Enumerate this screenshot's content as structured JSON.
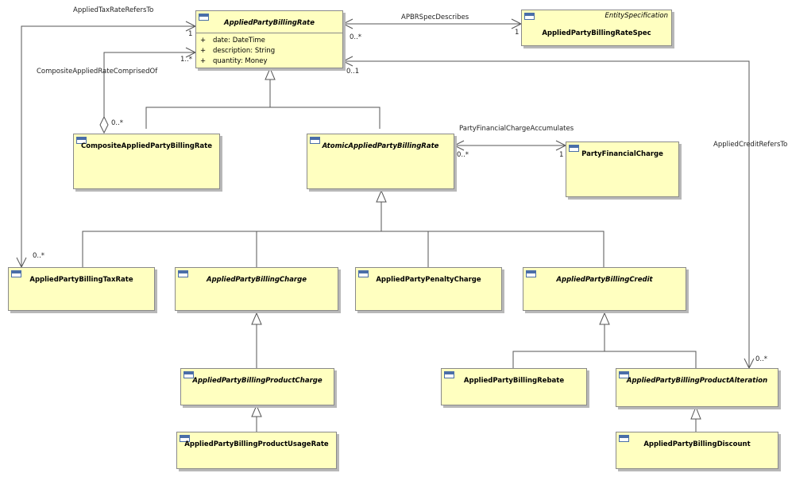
{
  "classes": {
    "applied_party_billing_rate": {
      "name": "AppliedPartyBillingRate",
      "attributes": [
        {
          "visibility": "+",
          "text": "date: DateTime"
        },
        {
          "visibility": "+",
          "text": "description: String"
        },
        {
          "visibility": "+",
          "text": "quantity: Money"
        }
      ]
    },
    "applied_party_billing_rate_spec": {
      "name": "AppliedPartyBillingRateSpec",
      "stereotype": "EntitySpecification"
    },
    "composite_applied_party_billing_rate": {
      "name": "CompositeAppliedPartyBillingRate"
    },
    "atomic_applied_party_billing_rate": {
      "name": "AtomicAppliedPartyBillingRate"
    },
    "party_financial_charge": {
      "name": "PartyFinancialCharge"
    },
    "applied_party_billing_tax_rate": {
      "name": "AppliedPartyBillingTaxRate"
    },
    "applied_party_billing_charge": {
      "name": "AppliedPartyBillingCharge"
    },
    "applied_party_penalty_charge": {
      "name": "AppliedPartyPenaltyCharge"
    },
    "applied_party_billing_credit": {
      "name": "AppliedPartyBillingCredit"
    },
    "applied_party_billing_product_charge": {
      "name": "AppliedPartyBillingProductCharge"
    },
    "applied_party_billing_product_usage_rate": {
      "name": "AppliedPartyBillingProductUsageRate"
    },
    "applied_party_billing_rebate": {
      "name": "AppliedPartyBillingRebate"
    },
    "applied_party_billing_product_alteration": {
      "name": "AppliedPartyBillingProductAlteration"
    },
    "applied_party_billing_discount": {
      "name": "AppliedPartyBillingDiscount"
    }
  },
  "associations": {
    "applied_tax_rate_refers_to": {
      "name": "AppliedTaxRateRefersTo",
      "mult_source": "1",
      "mult_target": "0..*"
    },
    "apbr_spec_describes": {
      "name": "APBRSpecDescribes",
      "mult_source": "0..*",
      "mult_target": "1"
    },
    "composite_applied_rate_comprised_of": {
      "name": "CompositeAppliedRateComprisedOf",
      "mult_source": "1..*",
      "mult_target": "0..*"
    },
    "party_financial_charge_accumulates": {
      "name": "PartyFinancialChargeAccumulates",
      "mult_source": "0..*",
      "mult_target": "1"
    },
    "applied_credit_refers_to": {
      "name": "AppliedCreditRefersTo",
      "mult_source": "0..1",
      "mult_target": "0..*"
    }
  }
}
